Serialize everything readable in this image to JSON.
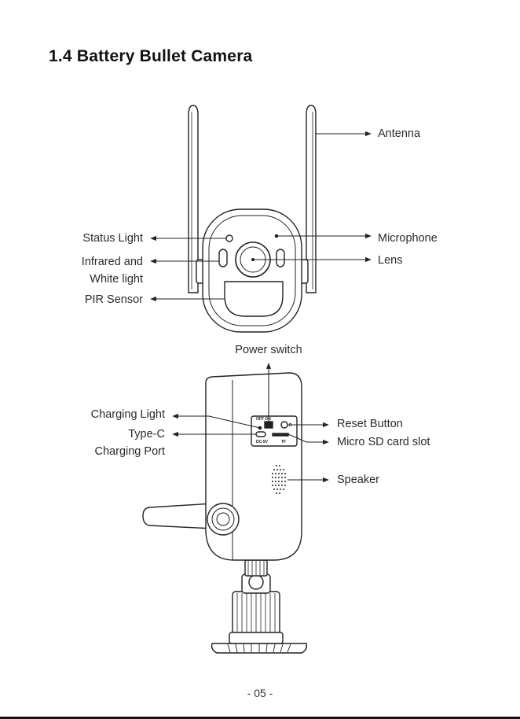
{
  "title": "1.4 Battery Bullet Camera",
  "front_view": {
    "labels": {
      "antenna": "Antenna",
      "status_light": "Status Light",
      "microphone": "Microphone",
      "infrared_line1": "Infrared and",
      "infrared_line2": "White light",
      "lens": "Lens",
      "pir_sensor": "PIR Sensor"
    }
  },
  "side_view": {
    "labels": {
      "power_switch": "Power switch",
      "charging_light": "Charging Light",
      "type_c_line1": "Type-C",
      "type_c_line2": "Charging Port",
      "reset_button": "Reset Button",
      "micro_sd": "Micro SD card slot",
      "speaker": "Speaker"
    },
    "panel_text": {
      "off_on": "OFF ON",
      "r": "R",
      "dc5v": "DC-5V",
      "tf": "TF"
    }
  },
  "page_number": "- 05 -"
}
